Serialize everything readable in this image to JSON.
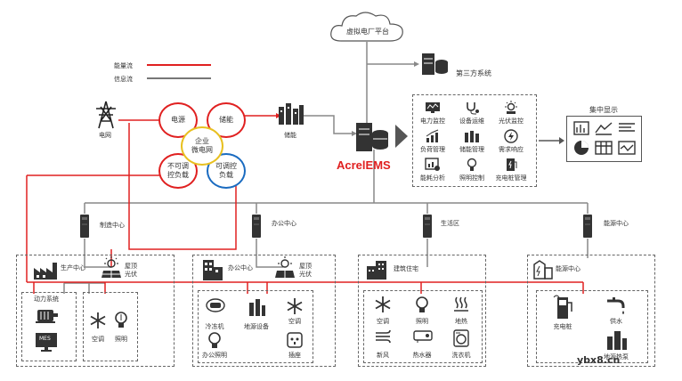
{
  "cloud": {
    "label": "虚拟电厂平台"
  },
  "third_party": {
    "label": "第三方系统"
  },
  "legend": {
    "energy_flow": "能量流",
    "info_flow": "信息流",
    "energy_color": "#e02020",
    "info_color": "#777777"
  },
  "grid": {
    "label": "电网"
  },
  "storage": {
    "label": "储能"
  },
  "microgrid": {
    "center": "企业\n微电网",
    "power": "电源",
    "storage": "储能",
    "uncontrollable": "不可调\n控负载",
    "controllable": "可调控\n负载"
  },
  "brand": {
    "name": "AcrelEMS",
    "color": "#e02020"
  },
  "functions": [
    "电力监控",
    "设备运维",
    "光伏监控",
    "负荷管理",
    "储能管理",
    "需求响应",
    "能耗分析",
    "照明控制",
    "充电桩管理"
  ],
  "display": {
    "label": "集中显示"
  },
  "gateways": [
    "制造中心",
    "办公中心",
    "生活区",
    "能源中心"
  ],
  "manufacturing": {
    "center": "生产中心",
    "pv": "屋顶光伏",
    "power_system": "动力系统",
    "mes": "MES",
    "ac": "空调",
    "lighting": "照明"
  },
  "office": {
    "center": "办公中心",
    "pv": "屋顶光伏",
    "items": [
      "冷冻机",
      "地源设备",
      "空调",
      "办公照明",
      "插座"
    ]
  },
  "residential": {
    "center": "建筑住宅",
    "items": [
      "空调",
      "照明",
      "地热",
      "新风",
      "热水器",
      "洗衣机"
    ]
  },
  "energy": {
    "center": "能源中心",
    "items": [
      "充电桩",
      "供水",
      "地源热泵"
    ]
  },
  "watermark": "ybx8.cn"
}
